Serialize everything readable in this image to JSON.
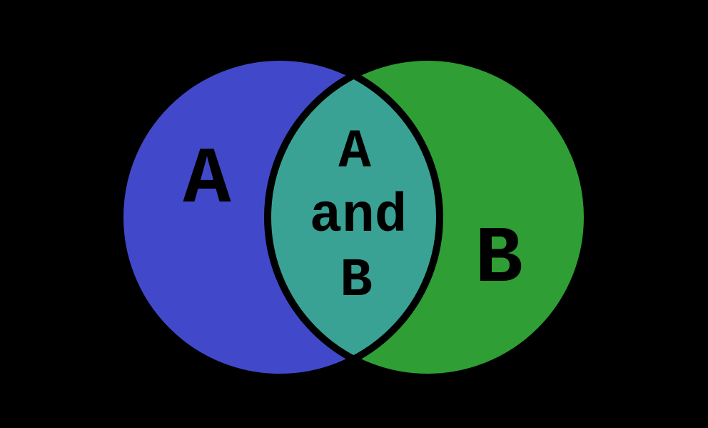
{
  "diagram": {
    "type": "venn",
    "background_color": "#000000",
    "outline_color": "#000000",
    "text_color": "#000000",
    "set_a": {
      "label": "A",
      "color": "#4149ca"
    },
    "set_b": {
      "label": "B",
      "color": "#2f9e34"
    },
    "intersection": {
      "label_lines": [
        "A",
        "and",
        "B"
      ],
      "color": "#3aa294"
    }
  }
}
